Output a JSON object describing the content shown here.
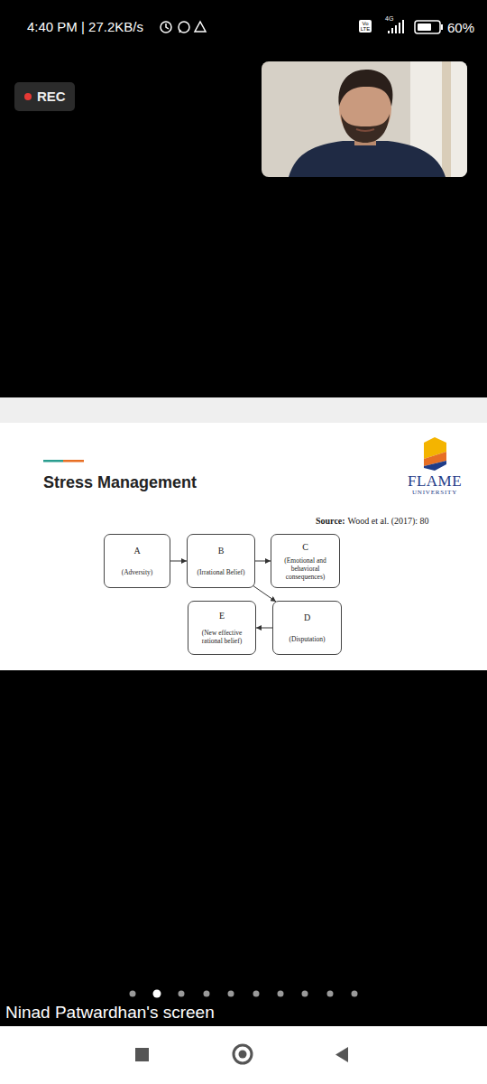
{
  "diagram": {
    "title": "Stress Management",
    "nodes": [
      {
        "text": [
          "A",
          "(Adversity)"
        ]
      },
      {
        "text": [
          "B",
          "(Irrational Belief)"
        ]
      },
      {
        "text": [
          "C",
          "(Emotional and behavioral consequences)"
        ]
      },
      {
        "text": [
          "E",
          "(New effective rational belief)"
        ]
      },
      {
        "text": [
          "D",
          "(Disputation)"
        ]
      }
    ],
    "edges": [
      {
        "from": 0,
        "to": 1,
        "arrow": "to"
      },
      {
        "from": 1,
        "to": 2,
        "arrow": "to"
      },
      {
        "from": 1,
        "to": 4,
        "arrow": "to"
      },
      {
        "from": 4,
        "to": 3,
        "arrow": "to"
      }
    ],
    "labels": [
      "4:40 PM | 27.2KB/s",
      "Vo LTE",
      "4G",
      "60%",
      "REC",
      "FLAME",
      "UNIVERSITY",
      "Source:",
      "Wood et al. (2017): 80",
      "Ninad Patwardhan's screen"
    ]
  }
}
